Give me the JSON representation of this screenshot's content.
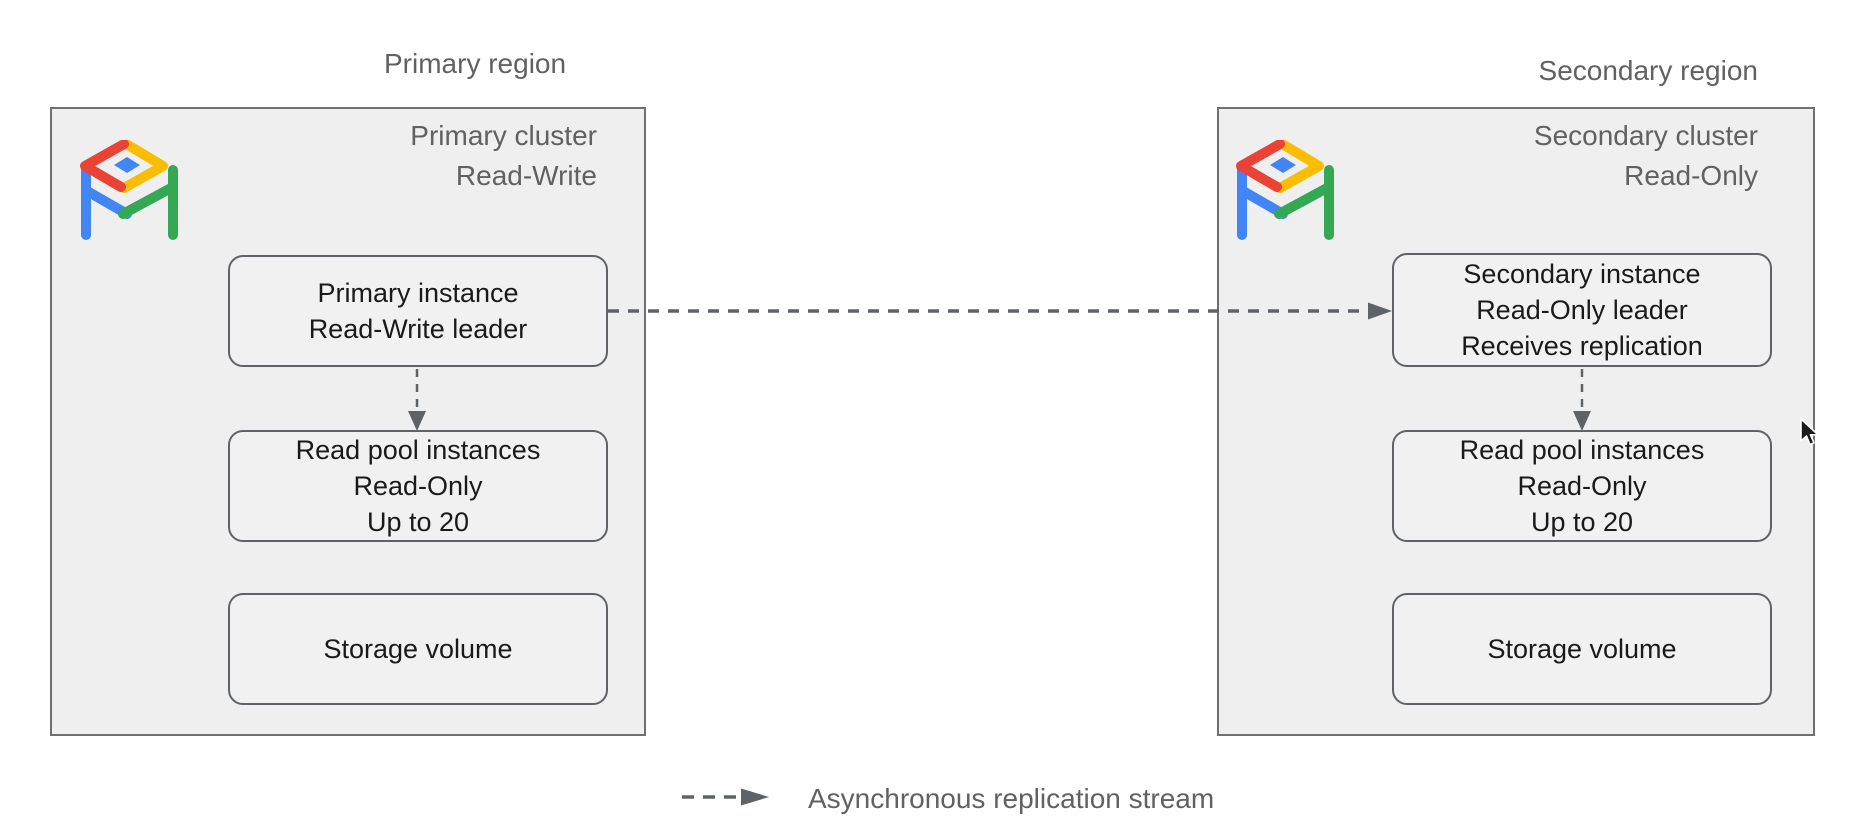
{
  "regions": {
    "primary": {
      "region_label": "Primary region",
      "cluster_title": [
        "Primary cluster",
        "Read-Write"
      ],
      "instance": [
        "Primary instance",
        "Read-Write leader"
      ],
      "read_pool": [
        "Read pool instances",
        "Read-Only",
        "Up to 20"
      ],
      "storage": [
        "Storage volume"
      ]
    },
    "secondary": {
      "region_label": "Secondary region",
      "cluster_title": [
        "Secondary cluster",
        "Read-Only"
      ],
      "instance": [
        "Secondary instance",
        "Read-Only leader",
        "Receives replication"
      ],
      "read_pool": [
        "Read pool instances",
        "Read-Only",
        "Up to 20"
      ],
      "storage": [
        "Storage volume"
      ]
    }
  },
  "legend": {
    "label": "Asynchronous replication stream"
  },
  "icons": {
    "cluster_logo": "alloydb-table-logo",
    "replication_arrow": "dashed-arrow-right",
    "flow_arrow": "dashed-arrow-down",
    "cursor": "mouse-pointer"
  },
  "colors": {
    "background": "#ffffff",
    "box_fill": "#efefef",
    "node_fill": "#f1f1f1",
    "outer_border": "#707070",
    "inner_border": "#5f6368",
    "muted_text": "#616161",
    "dark_text": "#1a1a1a",
    "arrow": "#5f6368",
    "logo_blue": "#4285F4",
    "logo_red": "#EA4335",
    "logo_yellow": "#FBBC04",
    "logo_green": "#34A853"
  }
}
